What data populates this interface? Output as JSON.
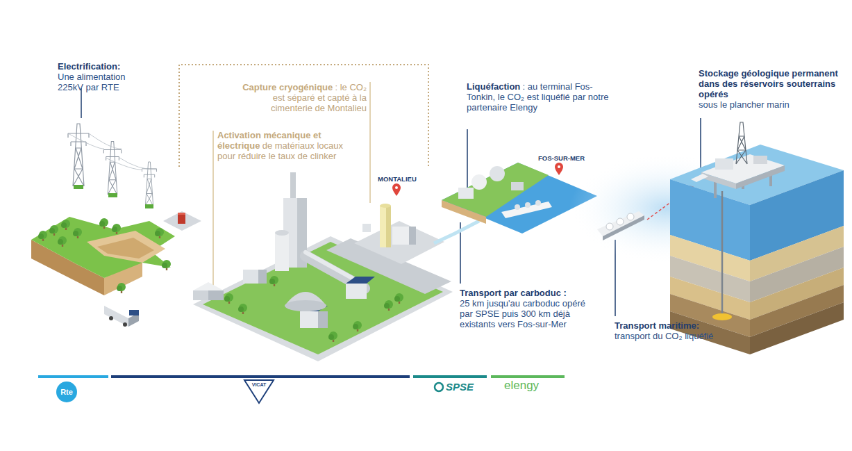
{
  "diagram": {
    "nodes": [
      {
        "text": [
          "Rte"
        ]
      }
    ],
    "labels": [
      "Electrification:",
      "Une alimentation 225kV par RTE",
      "Capture cryogénique",
      ": le CO₂ est séparé et capté à la cimenterie de Montalieu",
      "Activation mécanique et électrique",
      "de matériaux locaux pour réduire le taux de clinker",
      "Liquéfaction",
      ": au terminal Fos-Tonkin, le CO₂ est liquéfié par notre partenaire Elengy",
      "Stockage géologique permanent dans des réservoirs souterrains opérés",
      "sous le plancher marin",
      "MONTALIEU",
      "FOS-SUR-MER",
      "Transport par carboduc :",
      "25 km jusqu'au carboduc opéré par SPSE puis 300 km déjà existants vers Fos-sur-Mer",
      "Transport maritime:",
      "transport du CO₂ liquéfié",
      "VICAT",
      "SPSE",
      "elengy"
    ]
  }
}
